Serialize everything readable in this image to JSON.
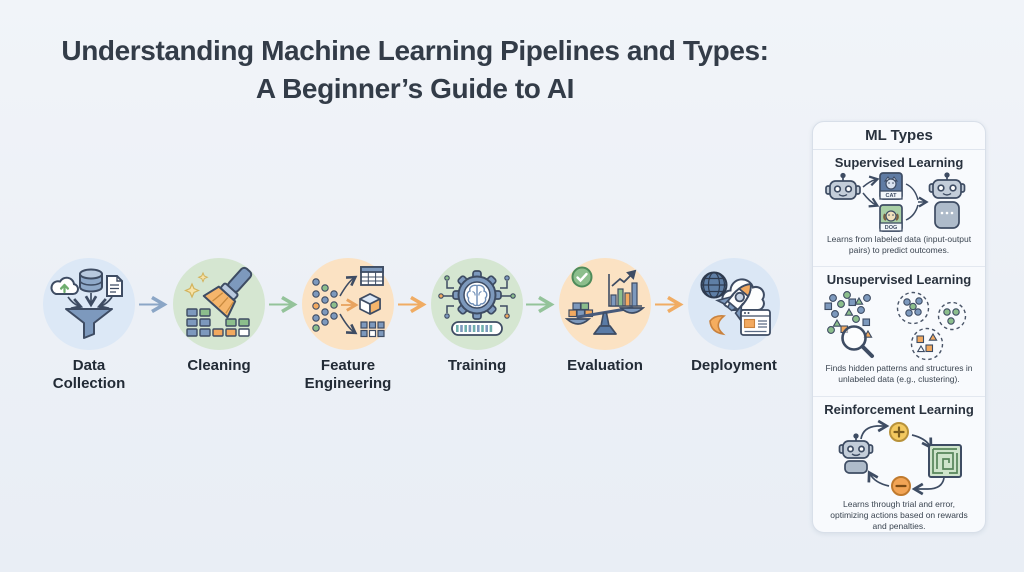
{
  "title": {
    "line1": "Understanding Machine Learning Pipelines and Types:",
    "line2": "A Beginner’s Guide to AI"
  },
  "pipeline": {
    "steps": [
      {
        "label": "Data Collection"
      },
      {
        "label": "Cleaning"
      },
      {
        "label": "Feature Engineering"
      },
      {
        "label": "Training"
      },
      {
        "label": "Evaluation"
      },
      {
        "label": "Deployment"
      }
    ],
    "arrow_colors": [
      "#8ba6c6",
      "#94c39a",
      "#f0ac63",
      "#94c39a",
      "#f0ac63"
    ]
  },
  "panel": {
    "title": "ML Types",
    "sections": [
      {
        "title": "Supervised Learning",
        "description": "Learns from labeled data (input-output pairs) to predict outcomes.",
        "card_labels": {
          "cat": "CAT",
          "dog": "DOG"
        }
      },
      {
        "title": "Unsupervised Learning",
        "description": "Finds hidden patterns and structures in unlabeled data (e.g., clustering)."
      },
      {
        "title": "Reinforcement Learning",
        "description": "Learns through trial and error, optimizing actions based on rewards and penalties."
      }
    ]
  },
  "colors": {
    "background": "#edf1f7",
    "panel_bg": "#f8fafd",
    "panel_border": "#d8dfe9",
    "title_text": "#333c48",
    "step_circle_blue": "#dbe7f5",
    "step_circle_green": "#d5e6d1",
    "step_circle_orange": "#fbe2c3",
    "icon_outline": "#3e4c63",
    "accent_blue": "#7d99bd",
    "accent_green": "#8cbe8c",
    "accent_orange": "#f2a95f"
  }
}
